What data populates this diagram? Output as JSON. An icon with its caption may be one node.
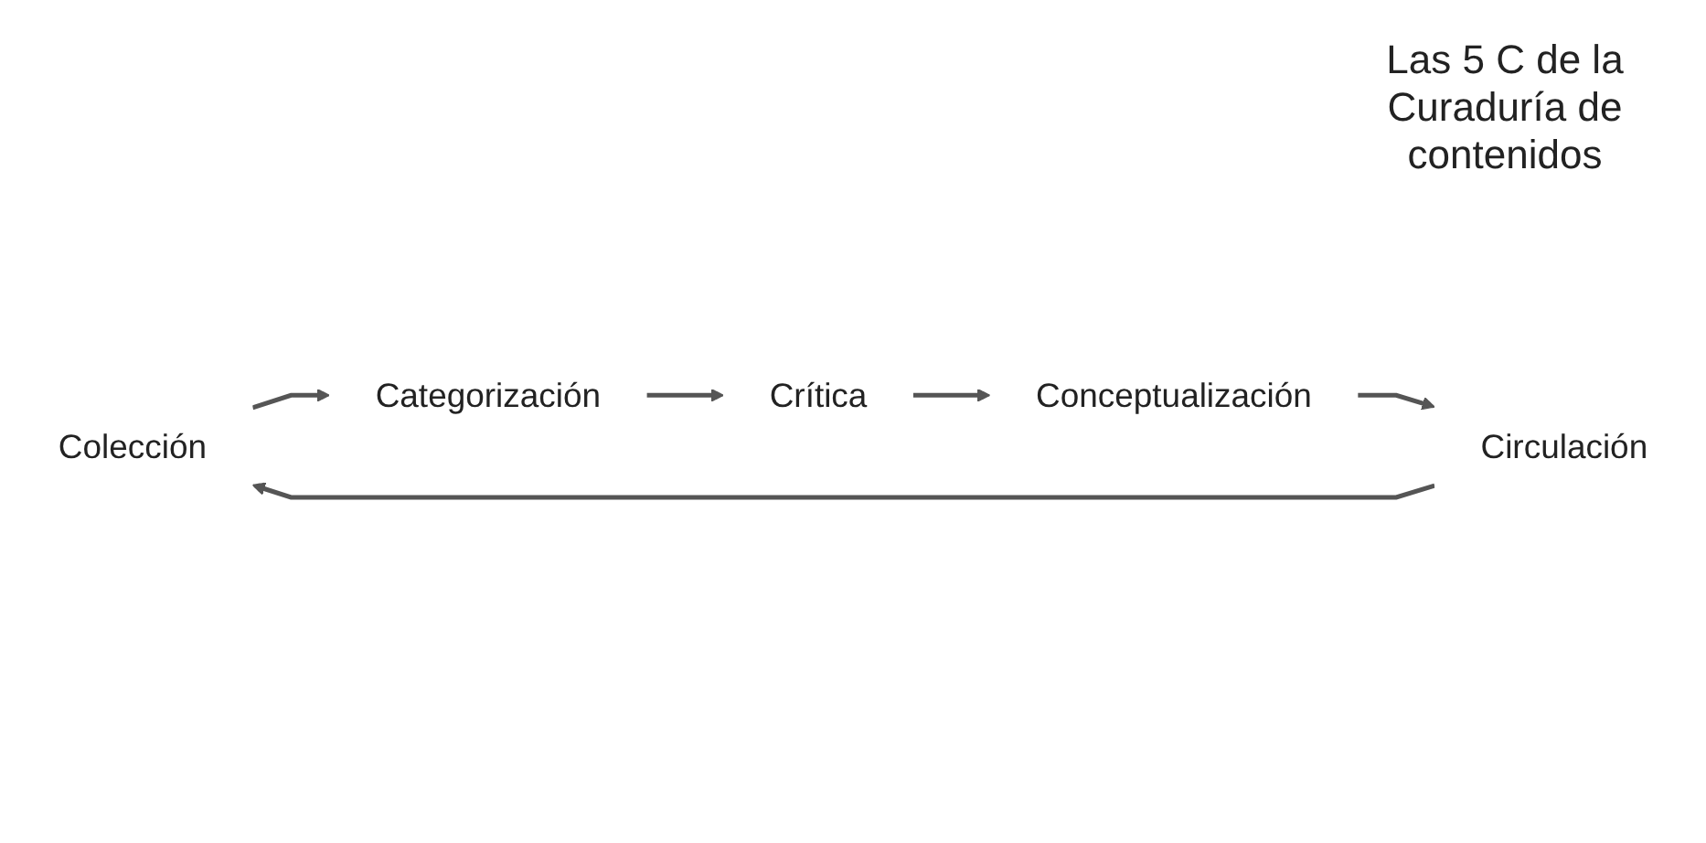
{
  "diagram": {
    "nodes": [
      {
        "text": [
          "Colección"
        ]
      },
      {
        "text": [
          "Categorización"
        ]
      },
      {
        "text": [
          "Crítica"
        ]
      },
      {
        "text": [
          "Conceptualización"
        ]
      },
      {
        "text": [
          "Circulación"
        ]
      }
    ],
    "edges": [
      {
        "from": 4,
        "to": 0,
        "arrow": "to"
      },
      {
        "from": 0,
        "to": 1,
        "arrow": "to"
      },
      {
        "from": 1,
        "to": 2,
        "arrow": "to"
      },
      {
        "from": 2,
        "to": 3,
        "arrow": "to"
      },
      {
        "from": 3,
        "to": 4,
        "arrow": "to"
      }
    ],
    "labels": [
      "Las 5 C de la Curaduría de contenidos"
    ]
  }
}
